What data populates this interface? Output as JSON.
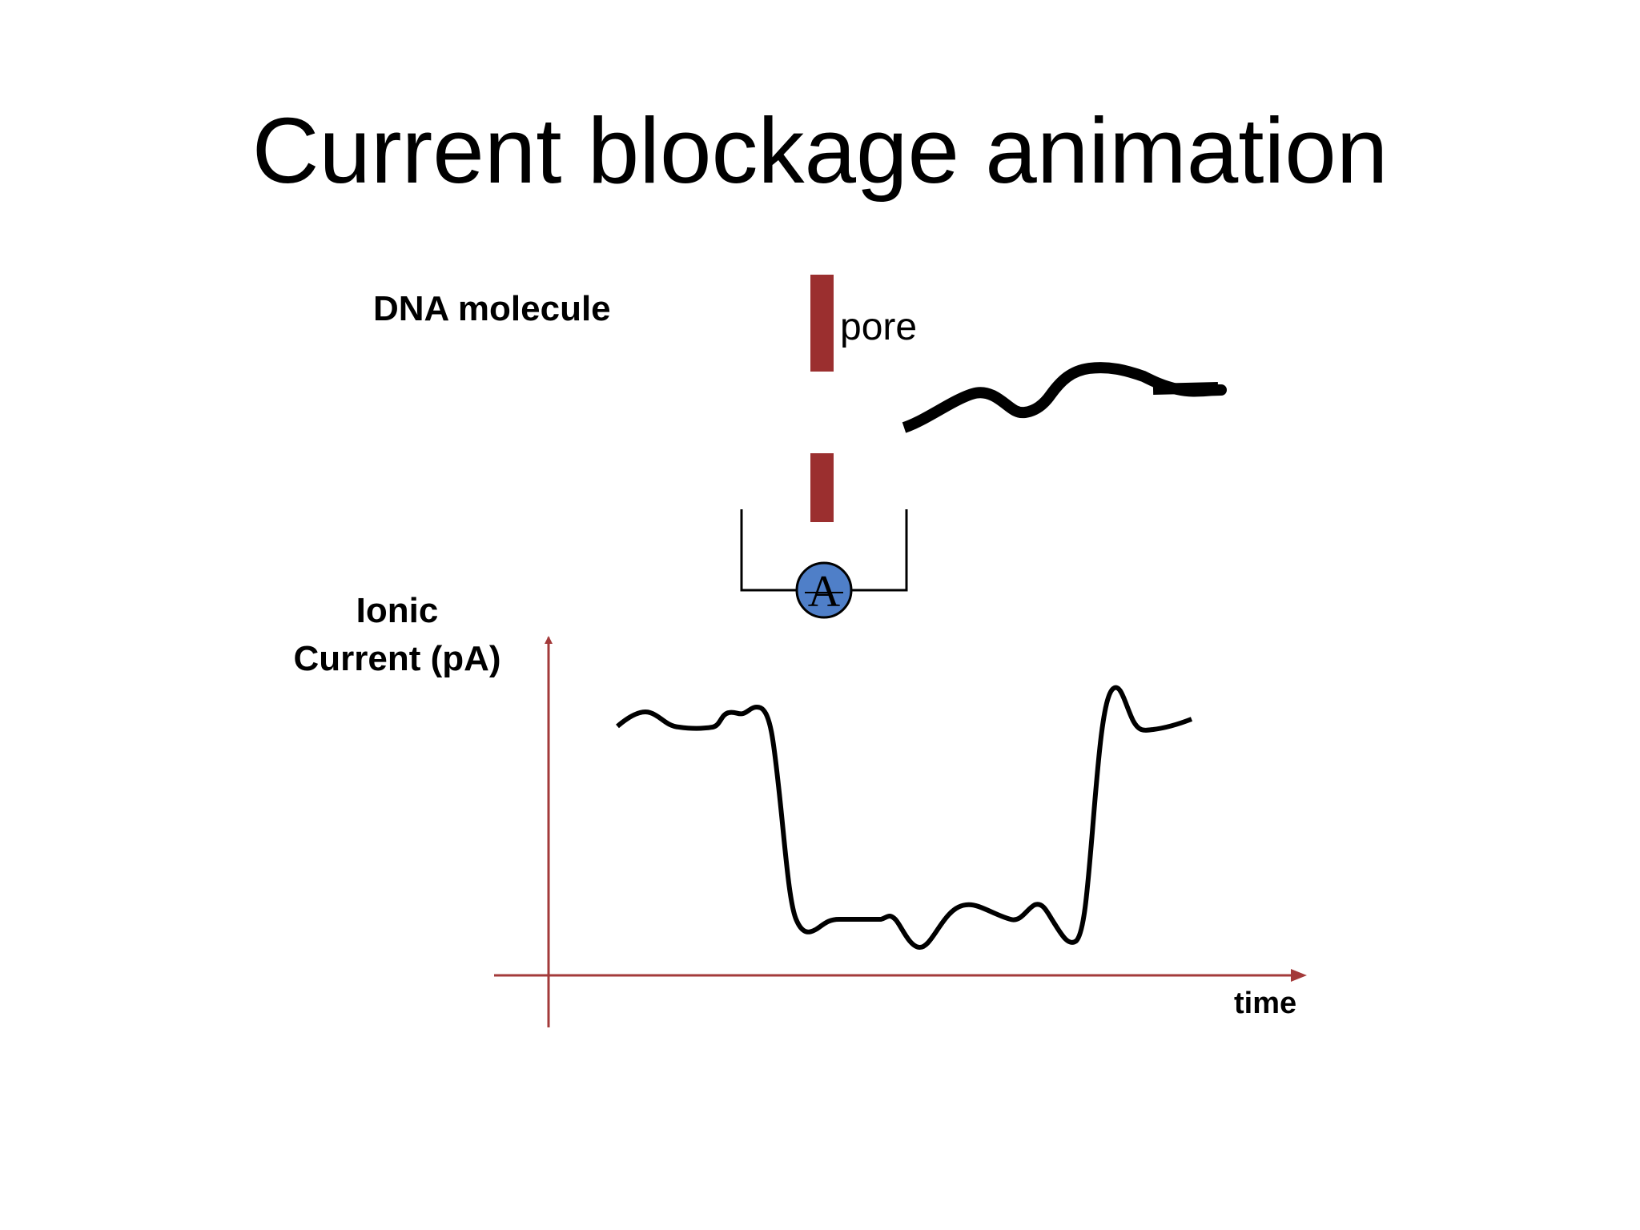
{
  "slide": {
    "title": "Current blockage animation"
  },
  "labels": {
    "dna_molecule": "DNA molecule",
    "pore": "pore",
    "ionic_current_line1": "Ionic",
    "ionic_current_line2": "Current (pA)",
    "time": "time",
    "ammeter_symbol": "A"
  },
  "colors": {
    "pore_wall": "#9b2f2f",
    "axis": "#a33a3a",
    "ammeter_fill": "#4f7fc8",
    "trace": "#000000"
  }
}
